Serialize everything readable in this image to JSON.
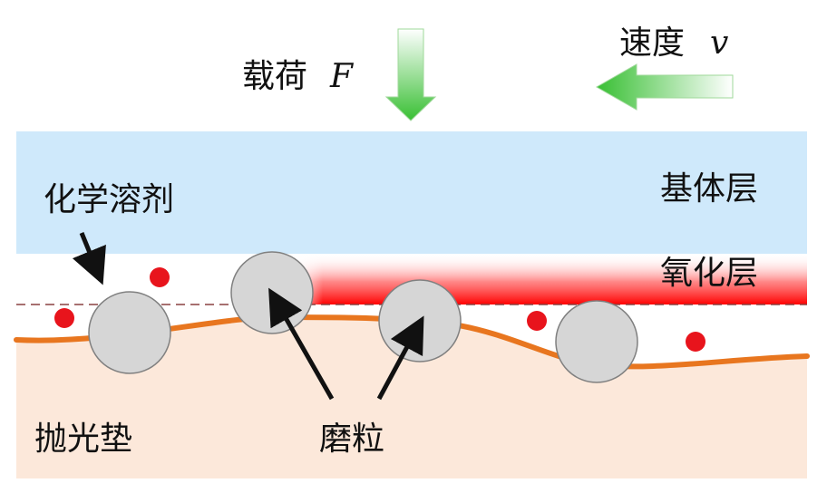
{
  "labels": {
    "load": "载荷",
    "load_symbol": "F",
    "velocity": "速度",
    "velocity_symbol": "v",
    "substrate": "基体层",
    "oxide": "氧化层",
    "chemical": "化学溶剂",
    "pad": "抛光垫",
    "abrasive": "磨粒"
  },
  "colors": {
    "substrate": "#cfe9fb",
    "pad": "#fce8da",
    "oxide": "#ff1a1a",
    "pad_surface": "#e8761f",
    "particle_fill": "#d6d6d6",
    "particle_stroke": "#808080",
    "chem_dot": "#e8141c",
    "arrow_green": "#41c23a",
    "dashed_line": "#8a4040"
  },
  "icons": {
    "load_arrow": "down-arrow-icon",
    "velocity_arrow": "left-arrow-icon"
  }
}
